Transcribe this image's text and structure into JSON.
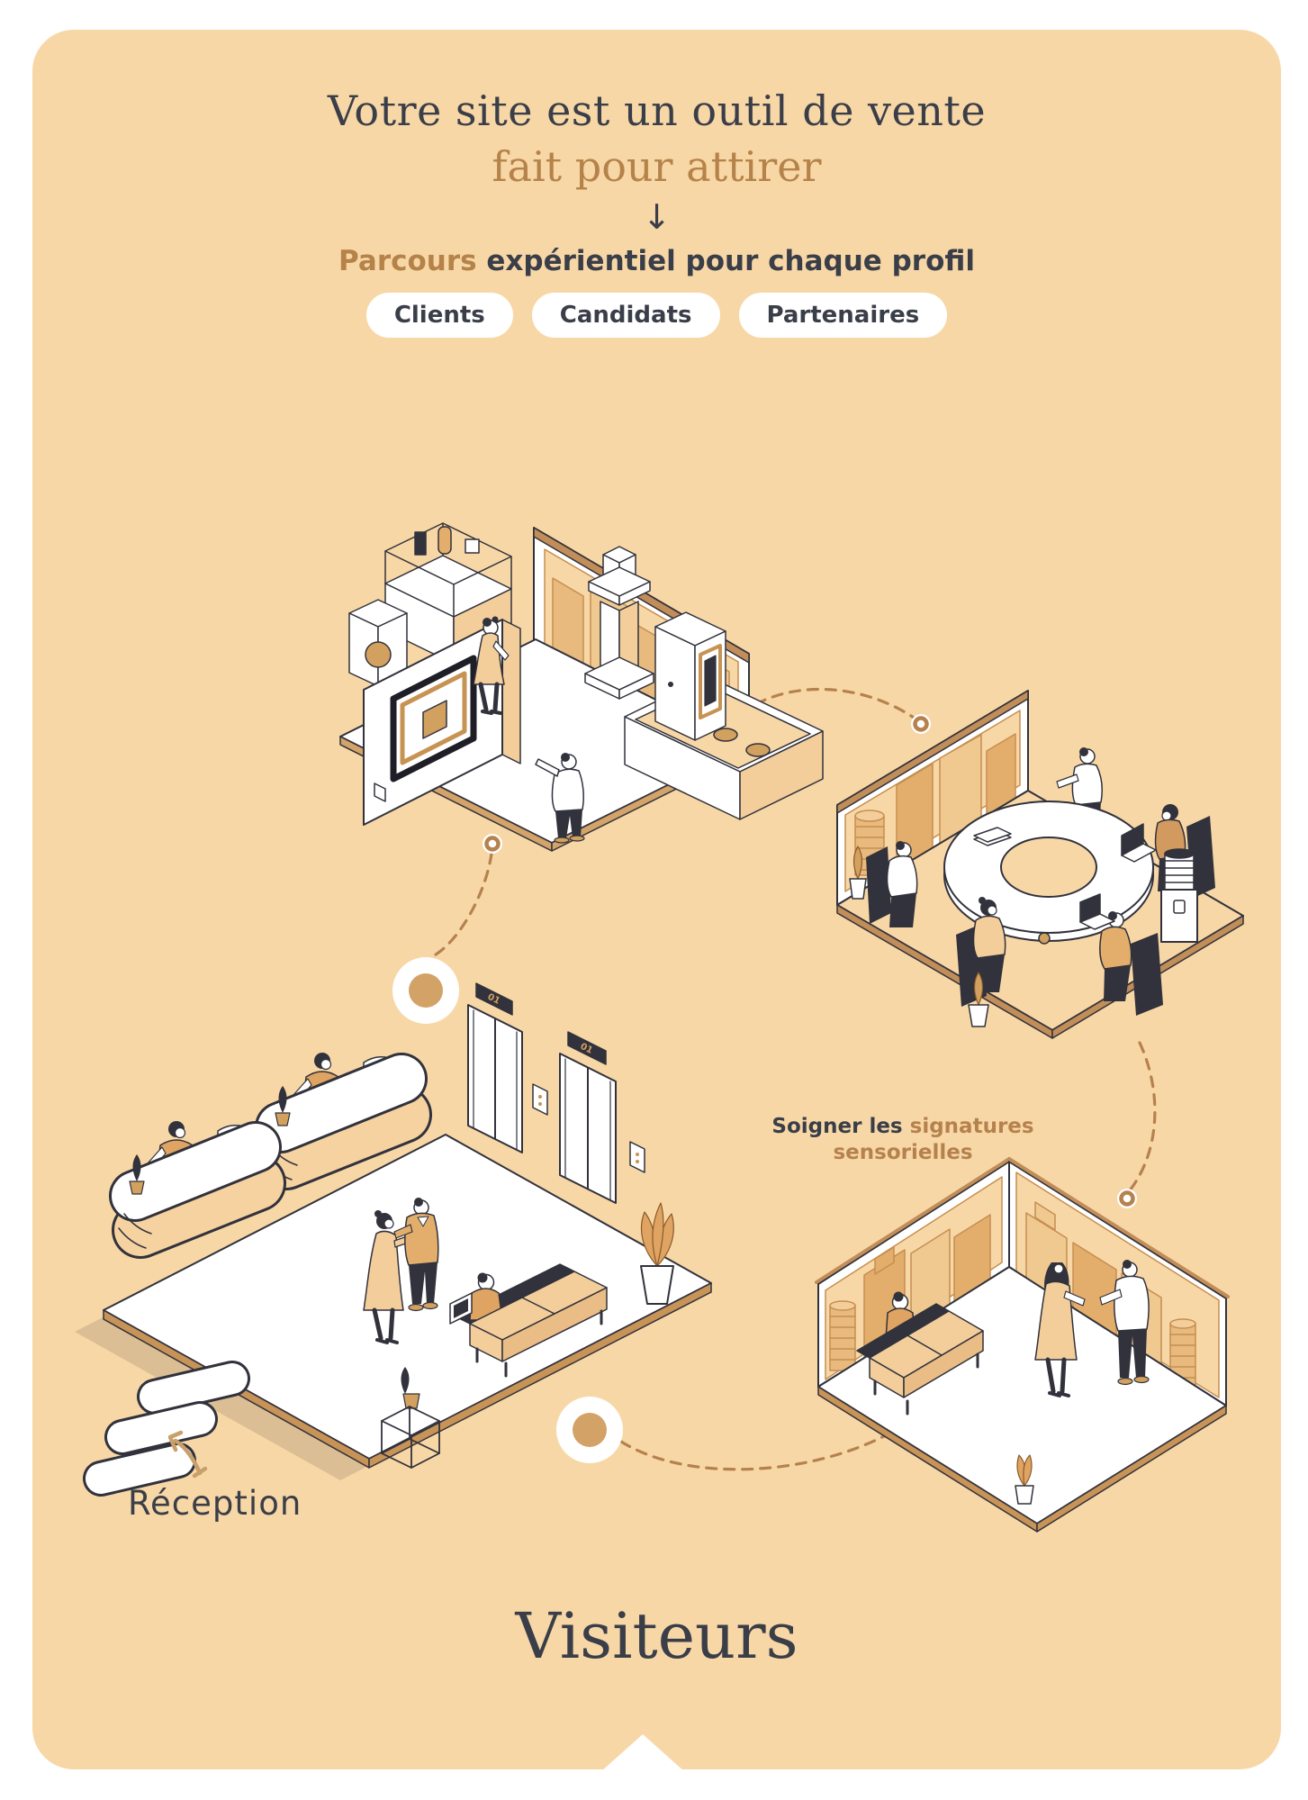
{
  "colors": {
    "page_background": "#FFFFFF",
    "card_background": "#F8D7A6",
    "accent_brown": "#B5824E",
    "dark_text": "#3A3E48",
    "outline_dark": "#31323C",
    "skyline_mid": "#E3AE6C",
    "skyline_light": "#F0C991",
    "floor_edge": "#C18D58",
    "node_fill": "#D3A266"
  },
  "header": {
    "title_line1": "Votre site est un outil de vente",
    "title_line2": "fait pour attirer",
    "down_arrow": "↓",
    "subtitle_accent": "Parcours",
    "subtitle_rest": "expérientiel pour chaque profil",
    "pills": [
      {
        "label": "Clients"
      },
      {
        "label": "Candidats"
      },
      {
        "label": "Partenaires"
      }
    ]
  },
  "annotations": {
    "sensory_dark": "Soigner les",
    "sensory_accent_line1": "signatures",
    "sensory_accent_line2": "sensorielles",
    "reception_label": "Réception",
    "footer_title": "Visiteurs"
  },
  "reception": {
    "elevator_label": "01"
  }
}
